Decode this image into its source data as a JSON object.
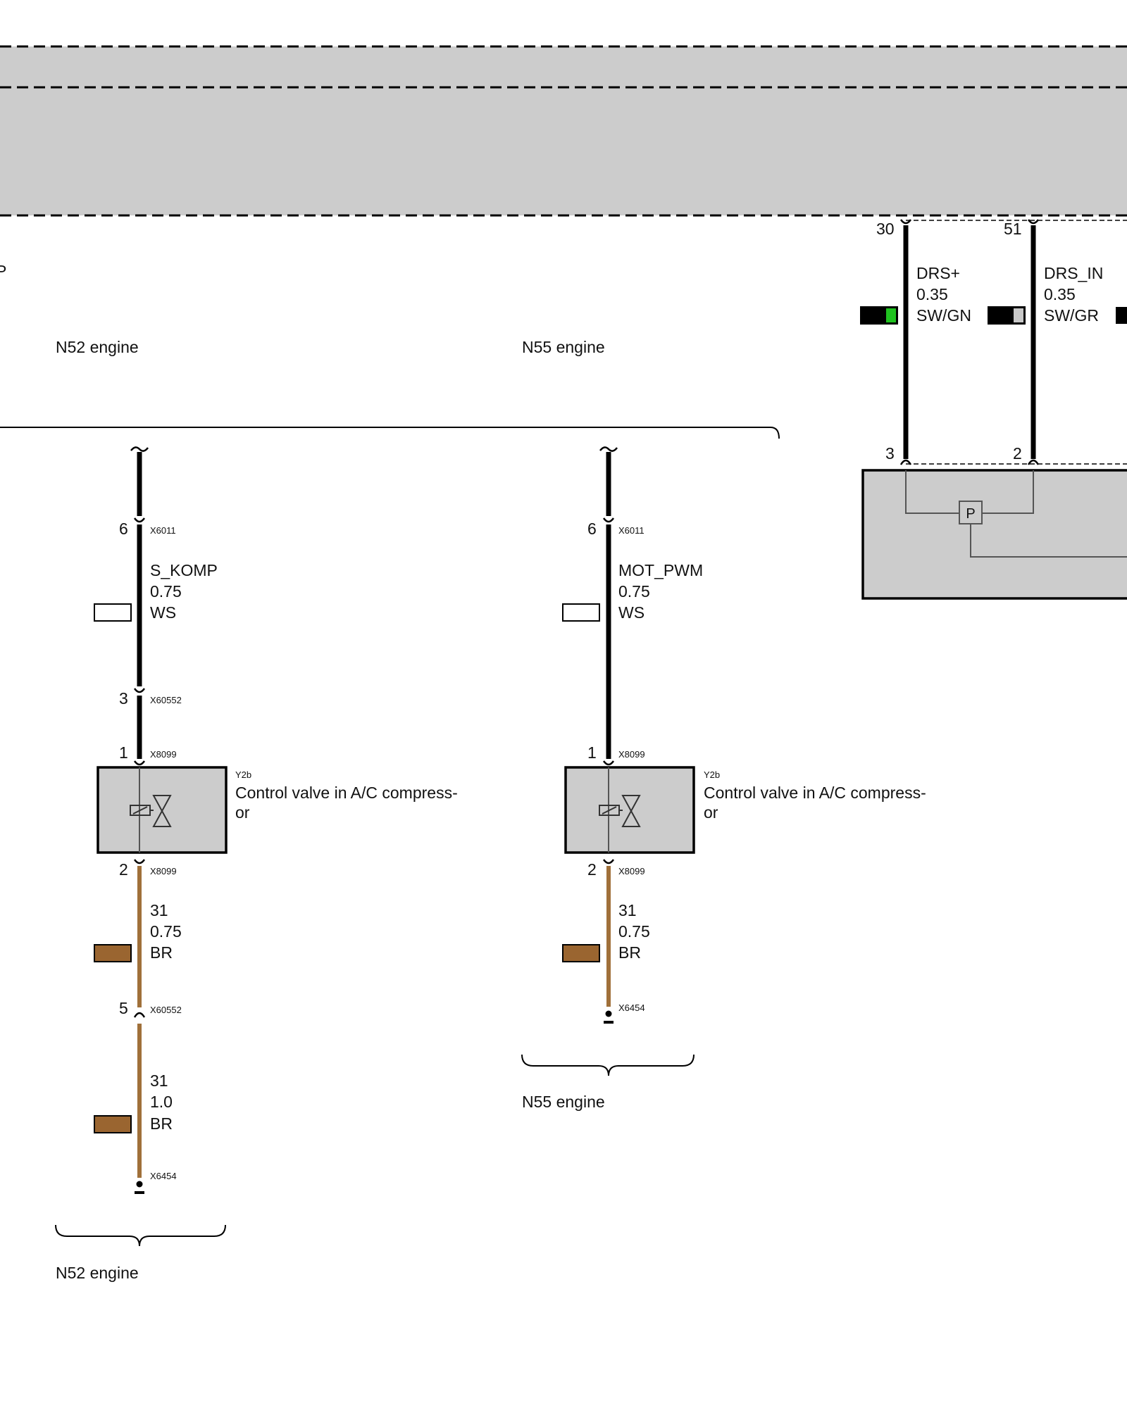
{
  "cut_label": "P",
  "section_labels": {
    "top_left": "N52 engine",
    "top_mid": "N55 engine",
    "bottom_left": "N52 engine",
    "bottom_mid": "N55 engine"
  },
  "colors": {
    "wire_black": "#000000",
    "wire_brown": "#a0703a",
    "swatch_brown": "#9a6530",
    "swatch_green": "#1fc21f",
    "swatch_grey": "#c8c8c8",
    "module_fill": "#cccccc",
    "component_fill": "#cccccc"
  },
  "circuit_n52": {
    "signal_wire": {
      "pin_top": "6",
      "conn_top": "X6011",
      "name": "S_KOMP",
      "size": "0.75",
      "color": "WS",
      "pin_bottom": "3",
      "conn_bottom": "X60552"
    },
    "component": {
      "pin_in": "1",
      "conn_in": "X8099",
      "id": "Y2b",
      "desc_line1": "Control valve in A/C compress-",
      "desc_line2": "or",
      "pin_out": "2",
      "conn_out": "X8099"
    },
    "ground_wire_1": {
      "name": "31",
      "size": "0.75",
      "color": "BR",
      "pin_end": "5",
      "conn_end": "X60552"
    },
    "ground_wire_2": {
      "name": "31",
      "size": "1.0",
      "color": "BR",
      "ground_conn": "X6454"
    }
  },
  "circuit_n55": {
    "signal_wire": {
      "pin_top": "6",
      "conn_top": "X6011",
      "name": "MOT_PWM",
      "size": "0.75",
      "color": "WS",
      "pin_bottom": "1",
      "conn_bottom": "X8099"
    },
    "component": {
      "id": "Y2b",
      "desc_line1": "Control valve in A/C compress-",
      "desc_line2": "or",
      "pin_out": "2",
      "conn_out": "X8099"
    },
    "ground_wire": {
      "name": "31",
      "size": "0.75",
      "color": "BR",
      "ground_conn": "X6454"
    }
  },
  "pressure_sensor": {
    "wire_a": {
      "pin_top": "30",
      "name": "DRS+",
      "size": "0.35",
      "color": "SW/GN",
      "pin_bottom": "3"
    },
    "wire_b": {
      "pin_top": "51",
      "name": "DRS_IN",
      "size": "0.35",
      "color": "SW/GR",
      "pin_bottom": "2"
    },
    "symbol": "P"
  }
}
